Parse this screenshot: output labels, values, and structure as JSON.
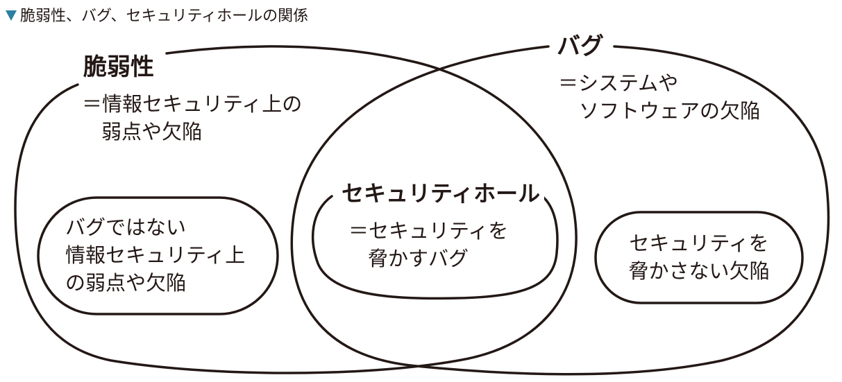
{
  "caption": "脆弱性、バグ、セキュリティホールの関係",
  "vulnerability": {
    "title": "脆弱性",
    "desc_line1": "＝情報セキュリティ上の",
    "desc_line2": "弱点や欠陥"
  },
  "bug": {
    "title": "バグ",
    "desc_line1": "＝システムや",
    "desc_line2": "ソフトウェアの欠陥"
  },
  "security_hole": {
    "title": "セキュリティホール",
    "desc_line1": "＝セキュリティを",
    "desc_line2": "脅かすバグ"
  },
  "non_bug_weakness": {
    "line1": "バグではない",
    "line2": "情報セキュリティ上",
    "line3": "の弱点や欠陥"
  },
  "non_threat_defect": {
    "line1": "セキュリティを",
    "line2": "脅かさない欠陥"
  },
  "colors": {
    "stroke": "#231815",
    "marker": "#2c7fa0"
  }
}
